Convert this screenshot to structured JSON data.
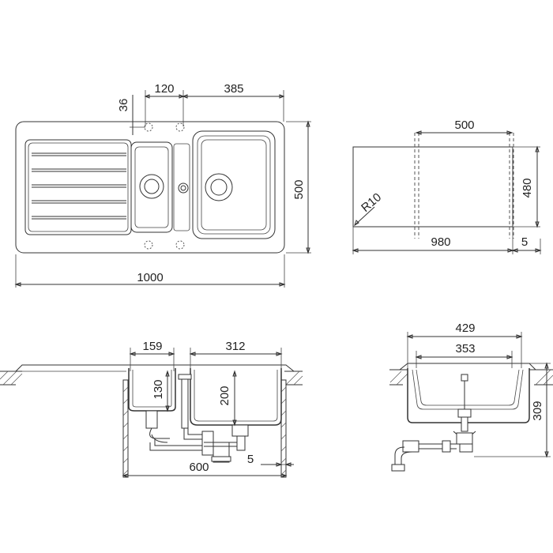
{
  "top_view": {
    "dim_120": "120",
    "dim_385": "385",
    "dim_36": "36",
    "dim_500": "500",
    "dim_1000": "1000"
  },
  "cutout": {
    "dim_500": "500",
    "dim_480": "480",
    "dim_980": "980",
    "dim_5": "5",
    "radius": "R10"
  },
  "front_section": {
    "dim_159": "159",
    "dim_312": "312",
    "dim_130": "130",
    "dim_200": "200",
    "dim_600": "600",
    "dim_5": "5"
  },
  "side_section": {
    "dim_429": "429",
    "dim_353": "353",
    "dim_309": "309"
  }
}
